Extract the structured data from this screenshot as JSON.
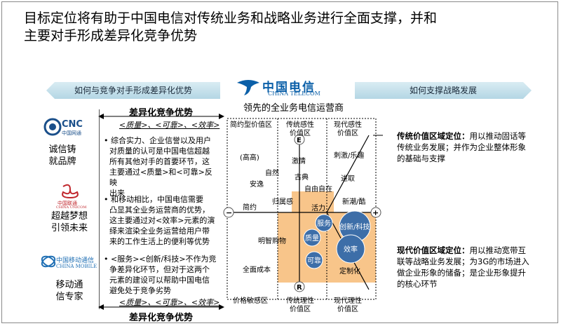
{
  "title": {
    "line1": "目标定位将有助于中国电信对传统业务和战略业务进行全面支撑，并和",
    "line2": "主要对手形成差异化竞争优势"
  },
  "banners": {
    "left": "如何与竞争对手形成差异化优势",
    "right": "如何支撑战略发展"
  },
  "logo": {
    "cn": "中国电信",
    "en": "CHINA TELECOM",
    "caption": "领先的全业务电信运营商"
  },
  "left_panel": {
    "header": "差异化竞争优势",
    "header_sub": "<质量>、<可靠>、<效率>",
    "footer_sub": "<质量>、<可靠>、<效率>",
    "footer": "差异化竞争优势",
    "bullets": [
      {
        "l1": "• 综合实力、企业信誉以及用户",
        "l2": "对质量的认可是中国电信超越",
        "l3": "所有其他对手的首要环节，这",
        "l4": "主要通过<质量>和<可靠>反映",
        "l5": "出来"
      },
      {
        "l1": "• 和移动相比，中国电信需要",
        "l2": "凸显其全业务运营商的优势，",
        "l3": "这主要通过对<效率>元素的演",
        "l4": "绎来渲染全业务运营给用户带",
        "l5": "来的工作生活上的便利等优势"
      },
      {
        "l1": "• <服务><创新/科技>不作为竞",
        "l2": "争差异化环节，但对于这两个",
        "l3": "元素的建设可以帮助中国电信",
        "l4": "避免处于竞争劣势"
      }
    ]
  },
  "competitors": [
    {
      "logo": "CNC",
      "logo_sub": "中国网通",
      "label1": "诚信铸",
      "label2": "就品牌"
    },
    {
      "logo": "中国联通",
      "logo_sub": "CHINA UNICOM",
      "label1": "超越梦想",
      "label2": "引领未来"
    },
    {
      "logo": "中国移动通信",
      "logo_sub": "CHINA MOBILE",
      "label1": "移动通",
      "label2": "信专家"
    }
  ],
  "matrix": {
    "col_top": [
      "简约型价值区",
      "传统感性",
      "价值区",
      "现代感性",
      "价值区"
    ],
    "col_bottom": [
      "价格敏感区",
      "传统理性",
      "价值区",
      "现代理性",
      "价值区"
    ],
    "axis_top": "E",
    "axis_bottom": "R",
    "axis_left": "−",
    "axis_right": "+",
    "words": [
      "(高高)",
      "自然",
      "安逸",
      "激情",
      "古典",
      "刺激/乐趣",
      "进取",
      "自由自在",
      "归属感",
      "简约",
      "活力",
      "新潮/酷",
      "服务",
      "创新/科技",
      "明智购物",
      "质量",
      "效率",
      "可靠",
      "全面成本",
      "定制化"
    ]
  },
  "right_panel": {
    "traditional_title": "传统价值区域定位：",
    "traditional_body": "用以推动固话等传统业务发展；并作为企业整体形象的基础与支撑",
    "modern_title": "现代价值区域定位：",
    "modern_body": "用以推动宽带互联等战略业务发展；为3G的市场进入做企业形象的储备；是企业形象提升的核心环节"
  },
  "colors": {
    "banner": "#b4d6e4",
    "highlight": "#f8c58a",
    "bubble": "#3d6ea8",
    "telecom_blue": "#0a5fa8"
  }
}
